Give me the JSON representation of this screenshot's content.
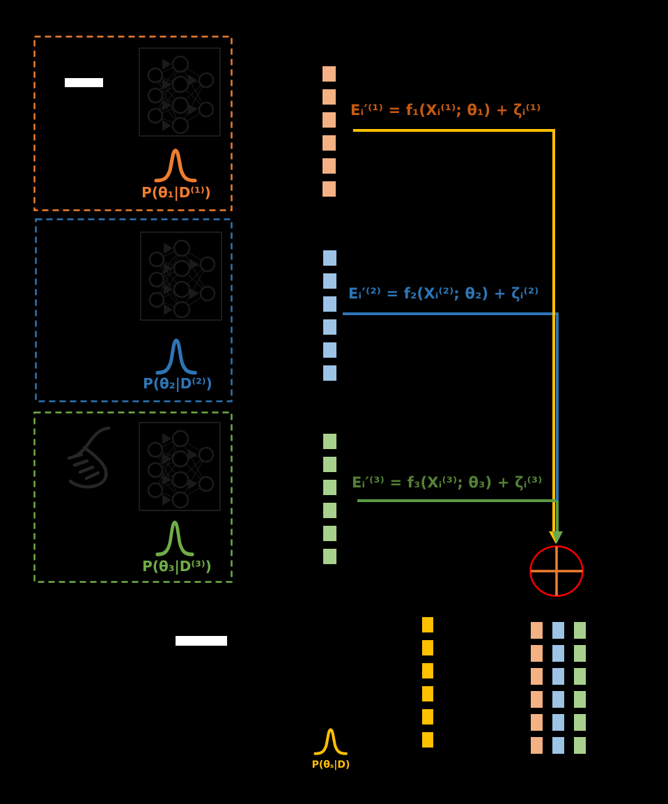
{
  "figure": {
    "name": "multimodal-bayesian-fusion-diagram",
    "background": "#000000"
  },
  "colors": {
    "orange": "#ED7D31",
    "orange_dark": "#C55A11",
    "orange_light": "#F4B183",
    "blue": "#2E75B6",
    "blue_light": "#9DC3E6",
    "green": "#70AD47",
    "green_dark": "#548235",
    "green_light": "#A9D18E",
    "gold": "#FFC000",
    "red": "#FF0000",
    "white": "#FFFFFF",
    "ink": "#1B1B1B",
    "ink_soft": "#262626"
  },
  "panels": [
    {
      "id": "modality-1",
      "accent": "#ED7D31",
      "posterior_label": "P(θ₁|D⁽¹⁾)"
    },
    {
      "id": "modality-2",
      "accent": "#2E75B6",
      "posterior_label": "P(θ₂|D⁽²⁾)"
    },
    {
      "id": "modality-3",
      "accent": "#70AD47",
      "posterior_label": "P(θ₃|D⁽³⁾)"
    }
  ],
  "equations": [
    {
      "text": "Eᵢ′⁽¹⁾ = f₁(Xᵢ⁽¹⁾; θ₁) + ζᵢ⁽¹⁾",
      "color": "#C55A11",
      "line": "#FFC000"
    },
    {
      "text": "Eᵢ′⁽²⁾ = f₂(Xᵢ⁽²⁾; θ₂) + ζᵢ⁽²⁾",
      "color": "#2E75B6",
      "line": "#2E75B6"
    },
    {
      "text": "Eᵢ′⁽³⁾ = f₃(Xᵢ⁽³⁾; θ₃) + ζᵢ⁽³⁾",
      "color": "#548235",
      "line": "#5B9C41"
    }
  ],
  "embeddings": {
    "per_modality": [
      {
        "id": "embedding-column-1",
        "color": "#F4B183",
        "count": 6
      },
      {
        "id": "embedding-column-2",
        "color": "#9DC3E6",
        "count": 6
      },
      {
        "id": "embedding-column-3",
        "color": "#A9D18E",
        "count": 6
      }
    ],
    "fused": {
      "id": "fused-embedding-column",
      "color": "#FFC000",
      "count": 6
    },
    "stacked": [
      {
        "id": "stacked-column-1",
        "color": "#F4B183",
        "count": 6
      },
      {
        "id": "stacked-column-2",
        "color": "#9DC3E6",
        "count": 6
      },
      {
        "id": "stacked-column-3",
        "color": "#A9D18E",
        "count": 6
      }
    ]
  },
  "fusion": {
    "sum_circle_color": "#FF0000",
    "sum_cross_color": "#ED7D31",
    "arrow_left_color": "#FFC000",
    "arrow_right_color": "#6AA84F",
    "posterior_label": "P(θₛ|D)",
    "label_color": "#FFC000"
  },
  "icons": {
    "neural_network": "neural-network-icon",
    "rna_strand": "rna-strand-icon",
    "gaussian_bell": "gaussian-curve-icon",
    "circled_plus": "circled-plus-sum-icon"
  }
}
